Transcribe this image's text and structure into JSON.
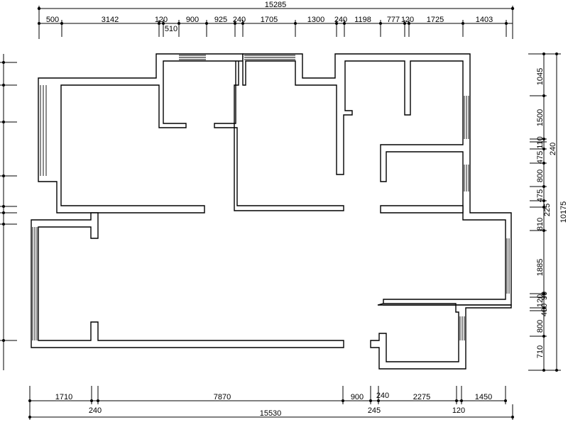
{
  "dimensions": {
    "top_total": "15285",
    "top_segments": [
      "500",
      "3142",
      "120",
      "510",
      "900",
      "925",
      "240",
      "1705",
      "1300",
      "240",
      "1198",
      "777",
      "120",
      "1725",
      "1403"
    ],
    "right_total": "10175",
    "right_segments": [
      "1045",
      "1500",
      "110",
      "240",
      "475",
      "800",
      "475",
      "225",
      "810",
      "1885",
      "120",
      "400",
      "90",
      "800",
      "710"
    ],
    "bottom_total": "15530",
    "bottom_upper_segments": [
      "1710",
      "7870",
      "900",
      "240",
      "2275",
      "1450"
    ],
    "bottom_lower_segments": [
      "240",
      "245",
      "120"
    ]
  }
}
